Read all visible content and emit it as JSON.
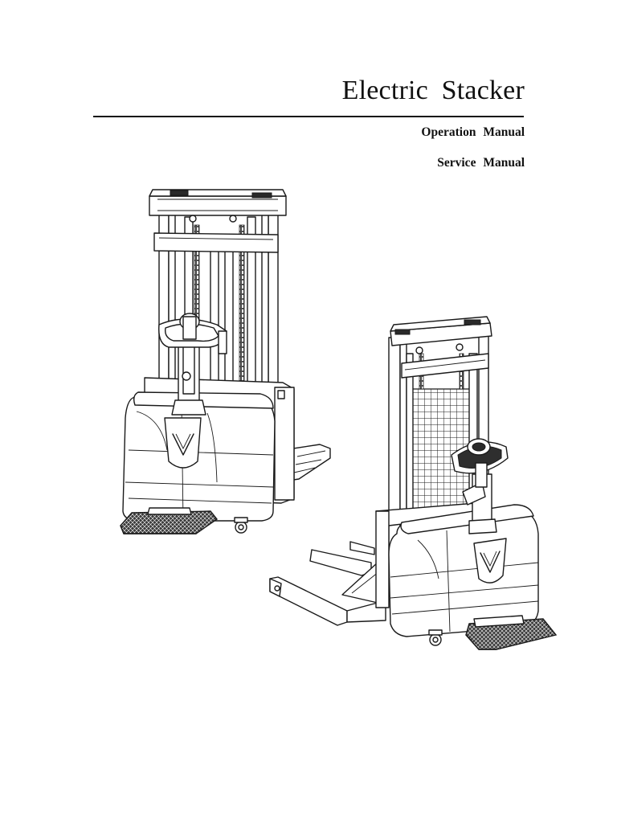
{
  "document": {
    "title": "Electric  Stacker",
    "subtitle_1": "Operation  Manual",
    "subtitle_2": "Service  Manual"
  },
  "illustration": {
    "subject": "two electric stacker forklift line drawings",
    "stroke_color": "#1a1a1a",
    "background_color": "#ffffff"
  }
}
